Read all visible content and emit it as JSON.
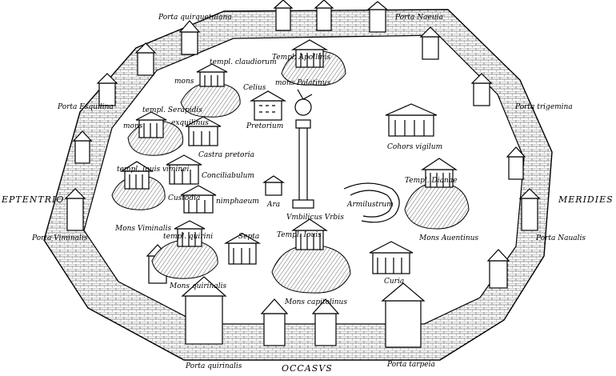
{
  "map": {
    "directions": {
      "north_west": "EPTENTRIO",
      "south_east": "MERIDIES",
      "bottom": "OCCASVS"
    },
    "gates": {
      "quirquetulana": "Porta quirquetulana",
      "naeuia": "Porta Naeuia",
      "esquilina": "Porta Esquilina",
      "trigemina": "Porta trigemina",
      "viminalis": "Porta Viminalis",
      "naualis": "Porta Naualis",
      "quirinalis": "Porta quirinalis",
      "tarpeia": "Porta tarpeia"
    },
    "landmarks": {
      "templ_claudiorum": "templ. claudiorum",
      "templ_apollinis": "Templ. Apollinis",
      "mons_palatinus": "mons Palatinus",
      "celius": "Celius",
      "mons_small": "mons",
      "templ_serapidis": "templ. Serapidis",
      "pretorium": "Pretorium",
      "exquilinus": "exquilinus",
      "mons_exq": "mons",
      "castra_pretoria": "Castra pretoria",
      "cohors_vigilum": "Cohors vigilum",
      "templ_iouis_viminei": "templ. Iouis viminei",
      "conciliabulum": "Conciliabulum",
      "custodia": "Custodia",
      "nimphaeum": "nimphaeum",
      "ara": "Ara",
      "vmbilicus_vrbis": "Vmbilicus Vrbis",
      "armilustrum": "Armilustrum",
      "templ_dianae": "Templ. Dianae",
      "mons_auentinus": "Mons Auentinus",
      "mons_viminalis": "Mons Viminalis",
      "templ_quirini": "templ. quirini",
      "septa": "Septa",
      "templ_iouis": "Templ. Iouis",
      "mons_quirinalis": "Mons quirinalis",
      "mons_capitolinus": "Mons capitolinus",
      "curia": "Curia"
    }
  }
}
